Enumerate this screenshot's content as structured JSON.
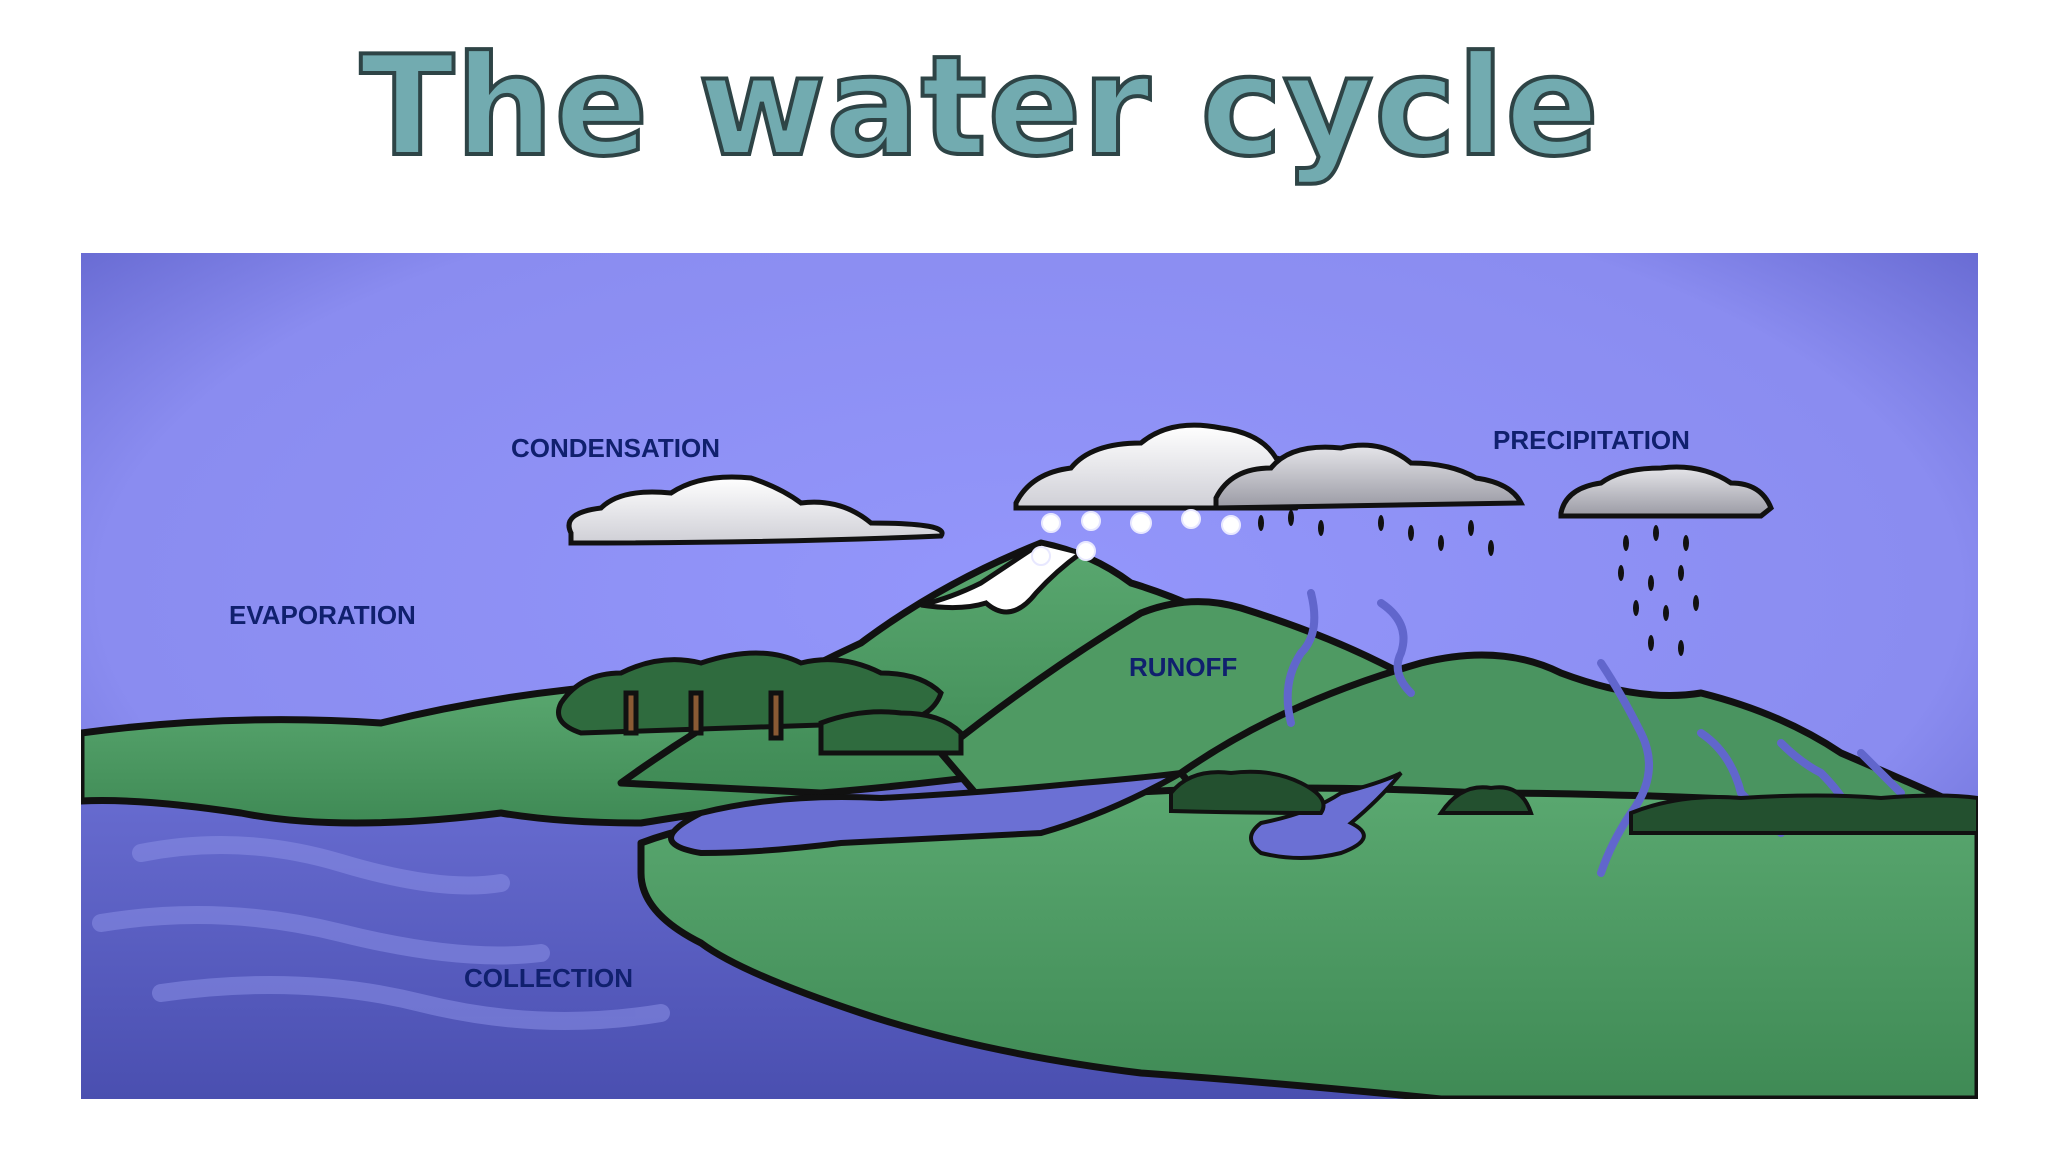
{
  "title": "The water cycle",
  "labels": {
    "condensation": "CONDENSATION",
    "precipitation": "PRECIPITATION",
    "evaporation": "EVAPORATION",
    "runoff": "RUNOFF",
    "collection": "COLLECTION"
  },
  "colors": {
    "title_fill": "#72abb0",
    "title_outline": "#2e4446",
    "sky": "#8f90f2",
    "water": "#5e63c4",
    "land": "#4f9a63",
    "label_text": "#10206e"
  }
}
